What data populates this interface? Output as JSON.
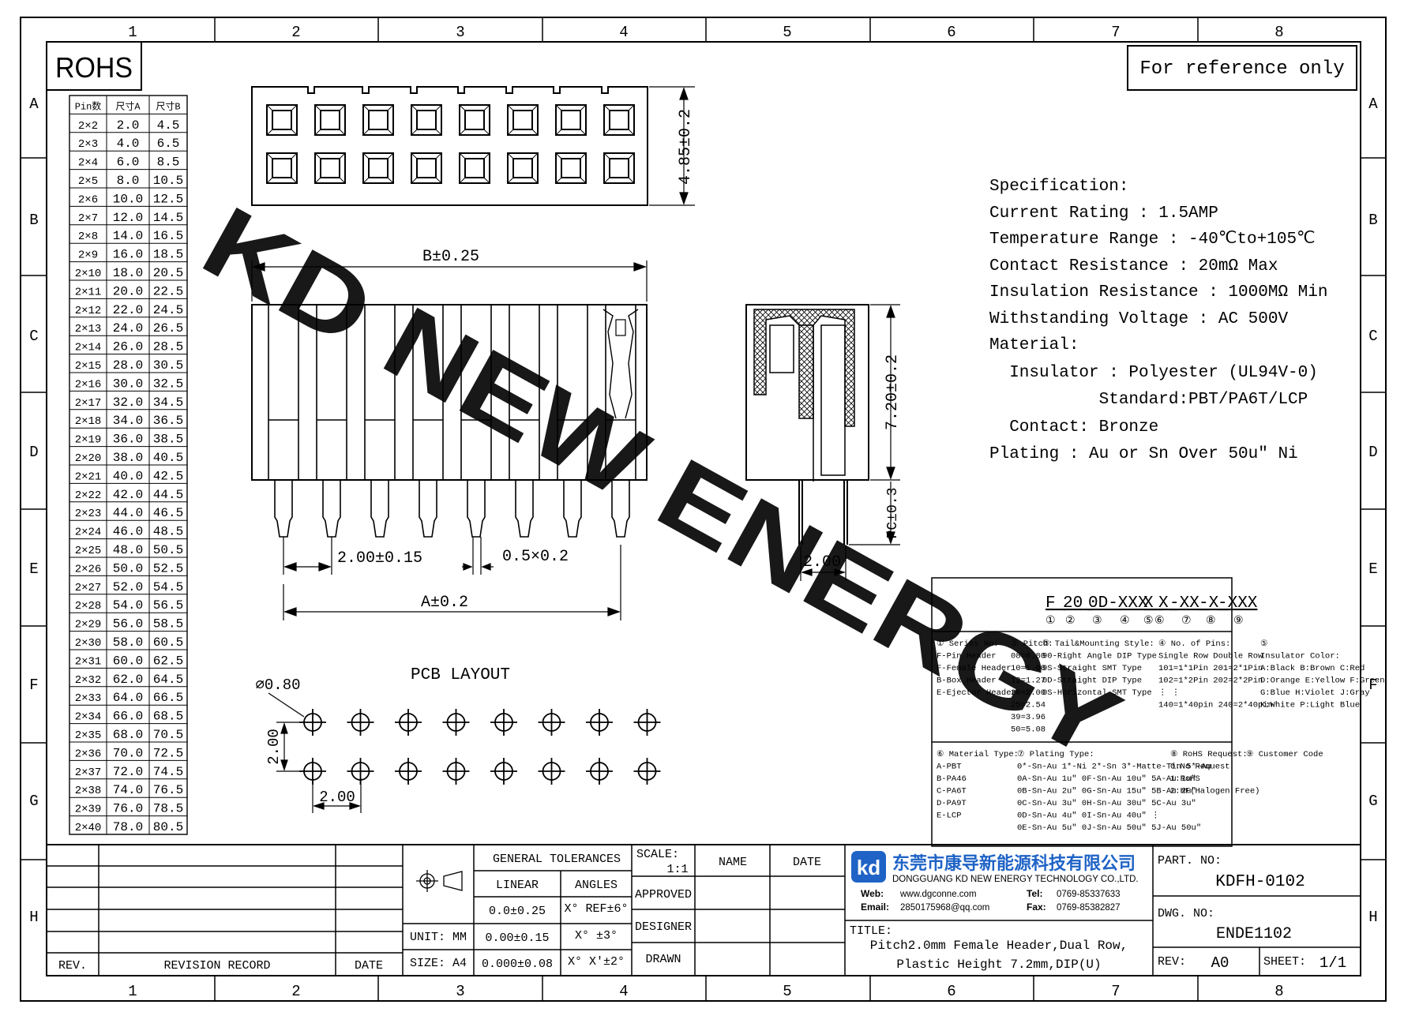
{
  "border": {
    "columns": [
      "1",
      "2",
      "3",
      "4",
      "5",
      "6",
      "7",
      "8"
    ],
    "rows": [
      "A",
      "B",
      "C",
      "D",
      "E",
      "F",
      "G",
      "H"
    ]
  },
  "rohs": "ROHS",
  "reference_note": "For reference only",
  "pin_table": {
    "headers": [
      "Pin数",
      "尺寸A",
      "尺寸B"
    ],
    "rows": [
      [
        "2×2",
        "2.0",
        "4.5"
      ],
      [
        "2×3",
        "4.0",
        "6.5"
      ],
      [
        "2×4",
        "6.0",
        "8.5"
      ],
      [
        "2×5",
        "8.0",
        "10.5"
      ],
      [
        "2×6",
        "10.0",
        "12.5"
      ],
      [
        "2×7",
        "12.0",
        "14.5"
      ],
      [
        "2×8",
        "14.0",
        "16.5"
      ],
      [
        "2×9",
        "16.0",
        "18.5"
      ],
      [
        "2×10",
        "18.0",
        "20.5"
      ],
      [
        "2×11",
        "20.0",
        "22.5"
      ],
      [
        "2×12",
        "22.0",
        "24.5"
      ],
      [
        "2×13",
        "24.0",
        "26.5"
      ],
      [
        "2×14",
        "26.0",
        "28.5"
      ],
      [
        "2×15",
        "28.0",
        "30.5"
      ],
      [
        "2×16",
        "30.0",
        "32.5"
      ],
      [
        "2×17",
        "32.0",
        "34.5"
      ],
      [
        "2×18",
        "34.0",
        "36.5"
      ],
      [
        "2×19",
        "36.0",
        "38.5"
      ],
      [
        "2×20",
        "38.0",
        "40.5"
      ],
      [
        "2×21",
        "40.0",
        "42.5"
      ],
      [
        "2×22",
        "42.0",
        "44.5"
      ],
      [
        "2×23",
        "44.0",
        "46.5"
      ],
      [
        "2×24",
        "46.0",
        "48.5"
      ],
      [
        "2×25",
        "48.0",
        "50.5"
      ],
      [
        "2×26",
        "50.0",
        "52.5"
      ],
      [
        "2×27",
        "52.0",
        "54.5"
      ],
      [
        "2×28",
        "54.0",
        "56.5"
      ],
      [
        "2×29",
        "56.0",
        "58.5"
      ],
      [
        "2×30",
        "58.0",
        "60.5"
      ],
      [
        "2×31",
        "60.0",
        "62.5"
      ],
      [
        "2×32",
        "62.0",
        "64.5"
      ],
      [
        "2×33",
        "64.0",
        "66.5"
      ],
      [
        "2×34",
        "66.0",
        "68.5"
      ],
      [
        "2×35",
        "68.0",
        "70.5"
      ],
      [
        "2×36",
        "70.0",
        "72.5"
      ],
      [
        "2×37",
        "72.0",
        "74.5"
      ],
      [
        "2×38",
        "74.0",
        "76.5"
      ],
      [
        "2×39",
        "76.0",
        "78.5"
      ],
      [
        "2×40",
        "78.0",
        "80.5"
      ]
    ]
  },
  "dimensions": {
    "height_top": "4.85±0.2",
    "b_width": "B±0.25",
    "pitch": "2.00±0.15",
    "pin_size": "0.5×0.2",
    "a_width": "A±0.2",
    "plastic_height": "7.20±0.2",
    "pc": "PC±0.3",
    "side_pitch": "2.00",
    "hole_dia": "⌀0.80",
    "pcb_row_pitch": "2.00",
    "pcb_col_pitch": "2.00"
  },
  "pcb_layout_title": "PCB LAYOUT",
  "specification": [
    "Specification:",
    "Current Rating : 1.5AMP",
    "Temperature Range : -40℃to+105℃",
    "Contact Resistance : 20mΩ Max",
    "Insulation Resistance : 1000MΩ Min",
    "Withstanding Voltage : AC 500V",
    "Material:",
    "  Insulator : Polyester (UL94V-0)",
    "           Standard:PBT/PA6T/LCP",
    "  Contact: Bronze",
    "Plating : Au or Sn Over 50u\" Ni"
  ],
  "watermark": "KD NEW ENERGY",
  "watermark_color": "#33e6f0",
  "part_code": {
    "segments": [
      "F",
      "20",
      "0D-XXX",
      "X",
      "X",
      "-XX",
      "-X",
      "-XXX"
    ],
    "marks": [
      "①",
      "②",
      "③",
      "④",
      "⑤",
      "⑥",
      "⑦",
      "⑧",
      "⑨"
    ]
  },
  "legend": {
    "series": [
      "① Series No:",
      "F-Pin Header",
      "F-Female Header",
      "B-Box Header",
      "E-Ejector Header"
    ],
    "pitch": [
      "② Pitch:",
      "08=0.80",
      "10=1.00",
      "12=1.27",
      "20=2.00",
      "25=2.54",
      "39=3.96",
      "50=5.08"
    ],
    "tail": [
      "③ Tail&Mounting Style:",
      "90-Right Angle DIP Type",
      "9S-Straight SMT Type",
      "0D-Straight DIP Type",
      "0S-Horizontal SMT Type"
    ],
    "pins": [
      "④ No. of Pins:",
      "Single Row  Double Row",
      "101=1*1Pin  201=2*1Pin",
      "102=1*2Pin  202=2*2Pin",
      "  ⋮            ⋮",
      "140=1*40pin  240=2*40pin"
    ],
    "color": [
      "⑤",
      "Insulator Color:",
      "A:Black B:Brown C:Red",
      "D:Orange E:Yellow F:Green",
      "G:Blue  H:Violet J:Gray",
      "K:White P:Light Blue"
    ],
    "material": [
      "⑥ Material Type:",
      "A-PBT",
      "B-PA46",
      "C-PA6T",
      "D-PA9T",
      "E-LCP"
    ],
    "plating": [
      "⑦ Plating Type:",
      "0*-Sn-Au 1*-Ni 2*-Sn 3*-Matte-Tin 5*-Au",
      "0A-Sn-Au 1u\" 0F-Sn-Au 10u\"  5A-Au 1u\"",
      "0B-Sn-Au 2u\" 0G-Sn-Au 15u\"  5B-Au 2u\"",
      "0C-Sn-Au 3u\" 0H-Sn-Au 30u\"  5C-Au 3u\"",
      "0D-Sn-Au 4u\" 0I-Sn-Au 40u\"    ⋮",
      "0E-Sn-Au 5u\" 0J-Sn-Au 50u\"  5J-Au 50u\""
    ],
    "rohs": [
      "⑧ RoHS Request:",
      "0:No Request",
      "1:RoHS",
      "2:HF(Halogen Free)"
    ],
    "customer": [
      "⑨ Customer Code"
    ]
  },
  "title_block": {
    "rev_header": "REV.",
    "revision_record": "REVISION RECORD",
    "date_header": "DATE",
    "general_tolerances": "GENERAL TOLERANCES",
    "linear": "LINEAR",
    "angles": "ANGLES",
    "tol_rows": [
      [
        "0.0±0.25",
        "X° REF±6°"
      ],
      [
        "0.00±0.15",
        "X° ±3°"
      ],
      [
        "0.000±0.08",
        "X° X'±2°"
      ]
    ],
    "unit": "UNIT: MM",
    "size": "SIZE: A4",
    "scale_label": "SCALE:",
    "scale_value": "1:1",
    "name": "NAME",
    "date": "DATE",
    "approved": "APPROVED",
    "designer": "DESIGNER",
    "drawn": "DRAWN",
    "company_cn": "东莞市康导新能源科技有限公司",
    "company_en": "DONGGUANG KD NEW ENERGY TECHNOLOGY CO.,LTD.",
    "web_label": "Web:",
    "web": "www.dgconne.com",
    "tel_label": "Tel:",
    "tel": "0769-85337633",
    "email_label": "Email:",
    "email": "2850175968@qq.com",
    "fax_label": "Fax:",
    "fax": "0769-85382827",
    "title_label": "TITLE:",
    "title_line1": "Pitch2.0mm Female Header,Dual Row,",
    "title_line2": "Plastic Height 7.2mm,DIP(U)",
    "part_no_label": "PART. NO:",
    "part_no": "KDFH-0102",
    "dwg_no_label": "DWG. NO:",
    "dwg_no": "ENDE1102",
    "rev_label": "REV:",
    "rev": "A0",
    "sheet_label": "SHEET:",
    "sheet": "1/1"
  }
}
